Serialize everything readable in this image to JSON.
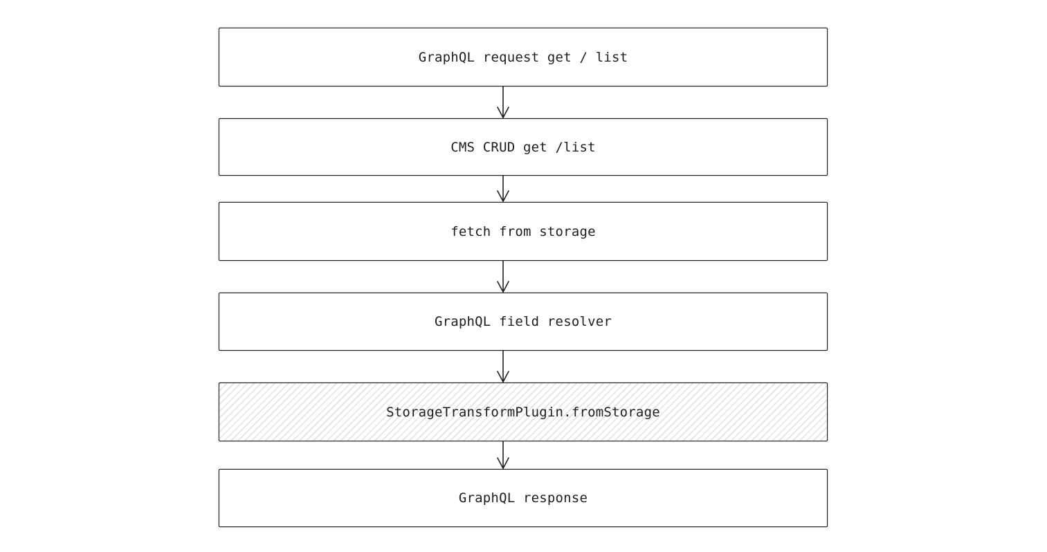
{
  "colors": {
    "stroke": "#1e1e1e",
    "text": "#1e1e1e",
    "node_background": "#ffffff",
    "hatch_line": "#e2e2e2",
    "canvas_background": "#ffffff"
  },
  "diagram": {
    "type": "flowchart",
    "direction": "top-down",
    "nodes": [
      {
        "label": "GraphQL request get / list",
        "fill": "plain"
      },
      {
        "label": "CMS CRUD get /list",
        "fill": "plain"
      },
      {
        "label": "fetch from storage",
        "fill": "plain"
      },
      {
        "label": "GraphQL field resolver",
        "fill": "plain"
      },
      {
        "label": "StorageTransformPlugin.fromStorage",
        "fill": "hatched"
      },
      {
        "label": "GraphQL response",
        "fill": "plain"
      }
    ],
    "edges": [
      {
        "from": 0,
        "to": 1
      },
      {
        "from": 1,
        "to": 2
      },
      {
        "from": 2,
        "to": 3
      },
      {
        "from": 3,
        "to": 4
      },
      {
        "from": 4,
        "to": 5
      }
    ]
  }
}
